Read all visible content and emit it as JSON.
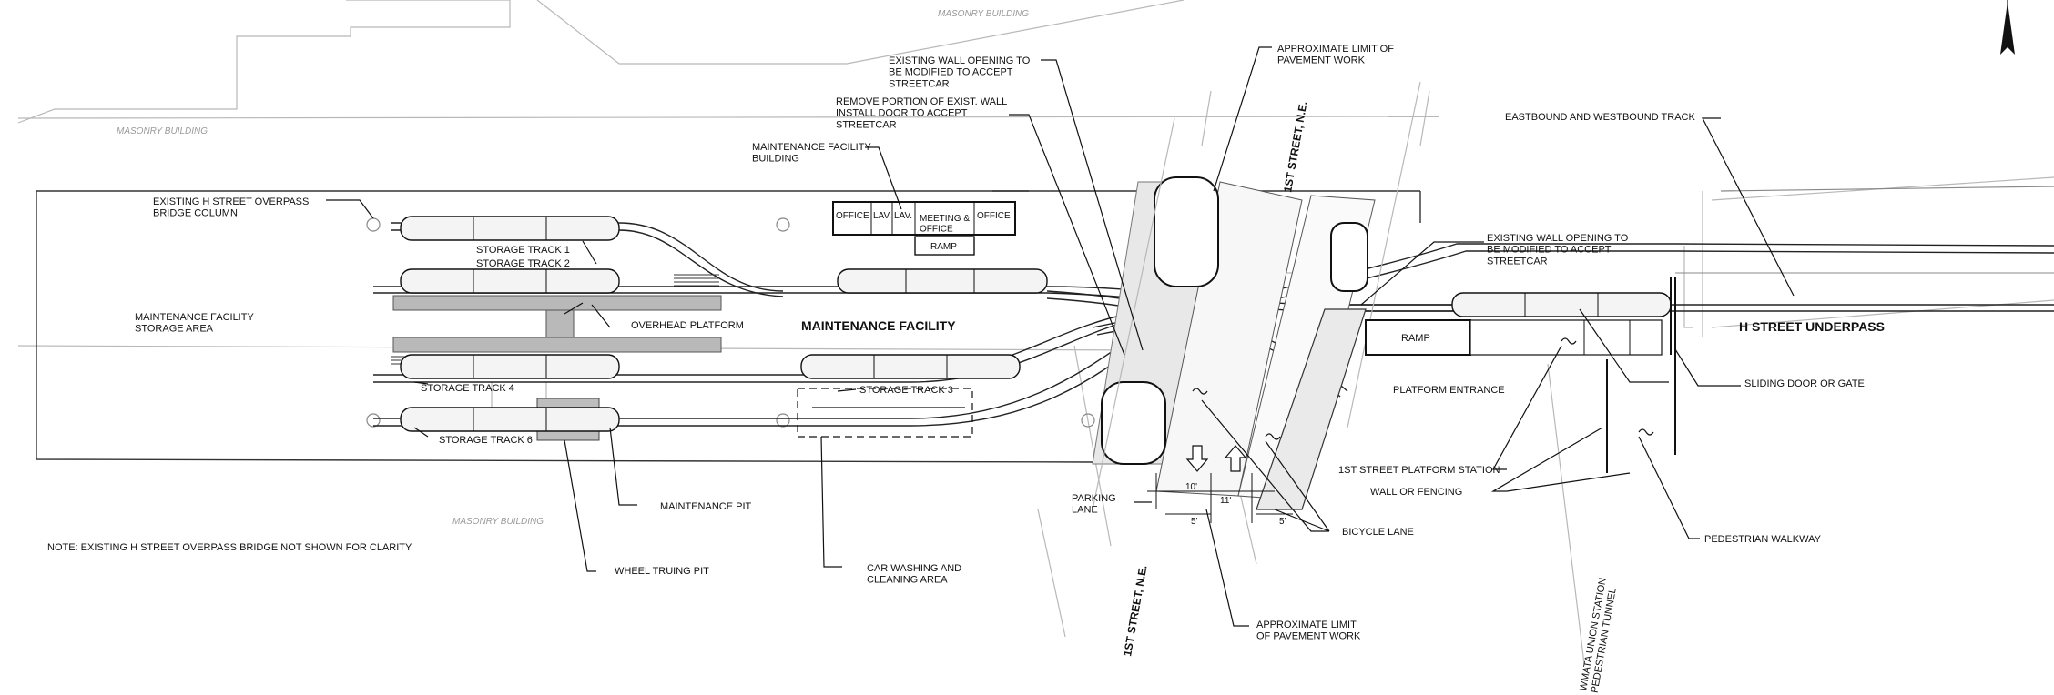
{
  "ghost_labels": {
    "masonry_top": "MASONRY BUILDING",
    "masonry_left": "MASONRY BUILDING",
    "masonry_bottom": "MASONRY BUILDING"
  },
  "labels": {
    "bridge_column": "EXISTING H STREET OVERPASS\nBRIDGE COLUMN",
    "storage_area": "MAINTENANCE FACILITY\nSTORAGE AREA",
    "storage_track_1": "STORAGE TRACK 1",
    "storage_track_2": "STORAGE TRACK 2",
    "overhead_platform": "OVERHEAD PLATFORM",
    "maintenance_facility": "MAINTENANCE FACILITY",
    "storage_track_4": "STORAGE TRACK 4",
    "storage_track_3": "STORAGE TRACK 3",
    "storage_track_6": "STORAGE TRACK 6",
    "maintenance_pit": "MAINTENANCE PIT",
    "note": "NOTE: EXISTING H STREET OVERPASS BRIDGE NOT SHOWN FOR CLARITY",
    "wheel_truing_pit": "WHEEL TRUING PIT",
    "car_washing": "CAR WASHING AND\nCLEANING AREA",
    "maintenance_building": "MAINTENANCE FACILITY\nBUILDING",
    "wall_opening_left": "EXISTING WALL OPENING TO\nBE MODIFIED TO ACCEPT\nSTREETCAR",
    "remove_wall": "REMOVE PORTION OF EXIST. WALL\nINSTALL DOOR TO ACCEPT\nSTREETCAR",
    "pavement_limit_top": "APPROXIMATE LIMIT OF\nPAVEMENT WORK",
    "pavement_limit_bottom": "APPROXIMATE LIMIT\nOF PAVEMENT WORK",
    "first_street_top": "1ST STREET, N.E.",
    "first_street_bottom": "1ST STREET, N.E.",
    "eastbound_westbound": "EASTBOUND AND WESTBOUND TRACK",
    "wall_opening_right": "EXISTING WALL OPENING TO\nBE MODIFIED TO ACCEPT\nSTREETCAR",
    "h_street_underpass": "H STREET UNDERPASS",
    "ramp_right": "RAMP",
    "platform_entrance": "PLATFORM ENTRANCE",
    "sliding_door": "SLIDING DOOR OR GATE",
    "first_street_platform": "1ST STREET PLATFORM STATION",
    "wall_fencing": "WALL OR FENCING",
    "pedestrian_walkway": "PEDESTRIAN WALKWAY",
    "bicycle_lane": "BICYCLE LANE",
    "parking_lane": "PARKING\nLANE",
    "dim_10": "10'",
    "dim_11": "11'",
    "dim_5a": "5'",
    "dim_5b": "5'",
    "wmata_tunnel": "WMATA UNION STATION\nPEDESTRIAN TUNNEL"
  },
  "building_rooms": {
    "office_1": "OFFICE",
    "lav_1": "LAV.",
    "lav_2": "LAV.",
    "meeting": "MEETING &\nOFFICE",
    "office_2": "OFFICE",
    "ramp": "RAMP"
  },
  "colors": {
    "ink": "#111111",
    "ghost": "#b8b8b8",
    "platform_fill": "#b9b9b9",
    "hatch_fill": "#e8e8e8"
  },
  "icons": [
    "north-arrow-icon",
    "bridge-column-icon",
    "bicycle-symbol-icon",
    "direction-arrow-icon"
  ]
}
